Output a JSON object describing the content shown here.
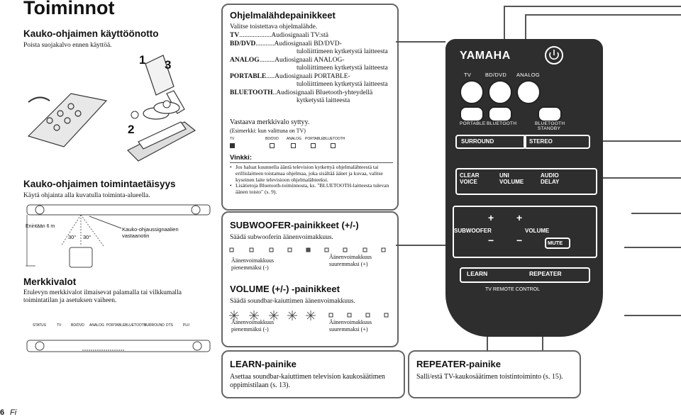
{
  "page": {
    "title": "Toiminnot",
    "page_number": "6",
    "lang": "Fi"
  },
  "left": {
    "setup_heading": "Kauko-ohjaimen käyttöönotto",
    "setup_text": "Poista suojakalvo ennen käyttöä.",
    "step_labels": [
      "1",
      "3",
      "2"
    ],
    "range_heading": "Kauko-ohjaimen toimintaetäisyys",
    "range_text": "Käytä ohjainta alla kuvatulla toiminta-alueella.",
    "distance_label": "Enintään 6 m",
    "angle_left": "30°",
    "angle_right": "30°",
    "sensor_label": "Kauko-ohjaussignaalien vastaanotin",
    "indicators_heading": "Merkkivalot",
    "indicators_text": "Etulevyn merkkivalot ilmaisevat palamalla tai vilkkumalla toimintatilan ja asetuksen vaiheen.",
    "front_panel_labels": [
      "STATUS",
      "TV",
      "BD/DVD",
      "ANALOG",
      "PORTABLE",
      "BLUETOOTH",
      "SURROUND",
      "DTS",
      "PLII"
    ]
  },
  "input_box": {
    "heading": "Ohjelmalähdepainikkeet",
    "intro": "Valitse toistettava ohjelmalähde.",
    "items": [
      {
        "key": "TV",
        "dots": "...................",
        "desc": "Audiosignaali TV:stä",
        "desc2": ""
      },
      {
        "key": "BD/DVD",
        "dots": "...........",
        "desc": "Audiosignaali BD/DVD-",
        "desc2": "tuloliittimeen kytketystä laitteesta"
      },
      {
        "key": "ANALOG",
        "dots": ".........",
        "desc": "Audiosignaali ANALOG-",
        "desc2": "tuloliittimeen kytketystä laitteesta"
      },
      {
        "key": "PORTABLE",
        "dots": ".....",
        "desc": "Audiosignaali PORTABLE-",
        "desc2": "tuloliittimeen kytketystä laitteesta"
      },
      {
        "key": "BLUETOOTH",
        "dots": "..",
        "desc": "Audiosignaali Bluetooth-yhteydellä",
        "desc2": "kytketystä laitteesta"
      }
    ],
    "indicator_note": "Vastaava merkkivalo syttyy.",
    "example_note": "(Esimerkki: kun valittuna on TV)",
    "led_labels": [
      "TV",
      "BD/DVD",
      "ANALOG",
      "PORTABLE",
      "BLUETOOTH"
    ],
    "tips_heading": "Vinkki:",
    "tips": [
      "Jos haluat kuunnella ääntä television kytkettyä ohjelmalähteestä tai erillislaitteen toistamaa ohjelmaa, joka sisältää äänet ja kuvaa, valitse kyseinen laite televisioon ohjelmalähteeksi.",
      "Lisätietoja Bluetooth-toiminnosta, ks. \"BLUETOOTH-laitteesta tulevan äänen toisto\" (s. 9)."
    ]
  },
  "subwoofer_box": {
    "heading": "SUBWOOFER-painikkeet (+/-)",
    "text": "Säädä subwooferin äänenvoimakkuus.",
    "level_up": "Äänenvoimakkuus suuremmaksi (+)",
    "level_down": "Äänenvoimakkuus pienemmäksi (-)"
  },
  "volume_box": {
    "heading": "VOLUME (+/-) -painikkeet",
    "text": "Säädä soundbar-kaiuttimen äänenvoimakkuus.",
    "level_up": "Äänenvoimakkuus suuremmaksi (+)",
    "level_down": "Äänenvoimakkuus pienemmäksi (-)"
  },
  "learn_box": {
    "heading": "LEARN-painike",
    "text": "Asettaa soundbar-kaiuttimen television kaukosäätimen oppimistilaan (s. 13)."
  },
  "repeater_box": {
    "heading": "REPEATER-painike",
    "text": "Salli/estä TV-kaukosäätimen toistintoiminto (s. 15)."
  },
  "remote": {
    "brand": "YAMAHA",
    "input_labels": [
      "TV",
      "BD/DVD",
      "ANALOG"
    ],
    "second_labels": [
      "PORTABLE",
      "BLUETOOTH"
    ],
    "standby_label": "BLUETOOTH STANDBY",
    "surround": "SURROUND",
    "stereo": "STEREO",
    "clear_voice": "CLEAR VOICE",
    "uni_volume": "UNI VOLUME",
    "audio_delay": "AUDIO DELAY",
    "subwoofer": "SUBWOOFER",
    "volume": "VOLUME",
    "mute": "MUTE",
    "learn": "LEARN",
    "repeater": "REPEATER",
    "tv_remote_control": "TV REMOTE CONTROL",
    "plus": "+",
    "minus": "−",
    "colors": {
      "body": "#2e2e2e",
      "text": "#ffffff"
    }
  }
}
